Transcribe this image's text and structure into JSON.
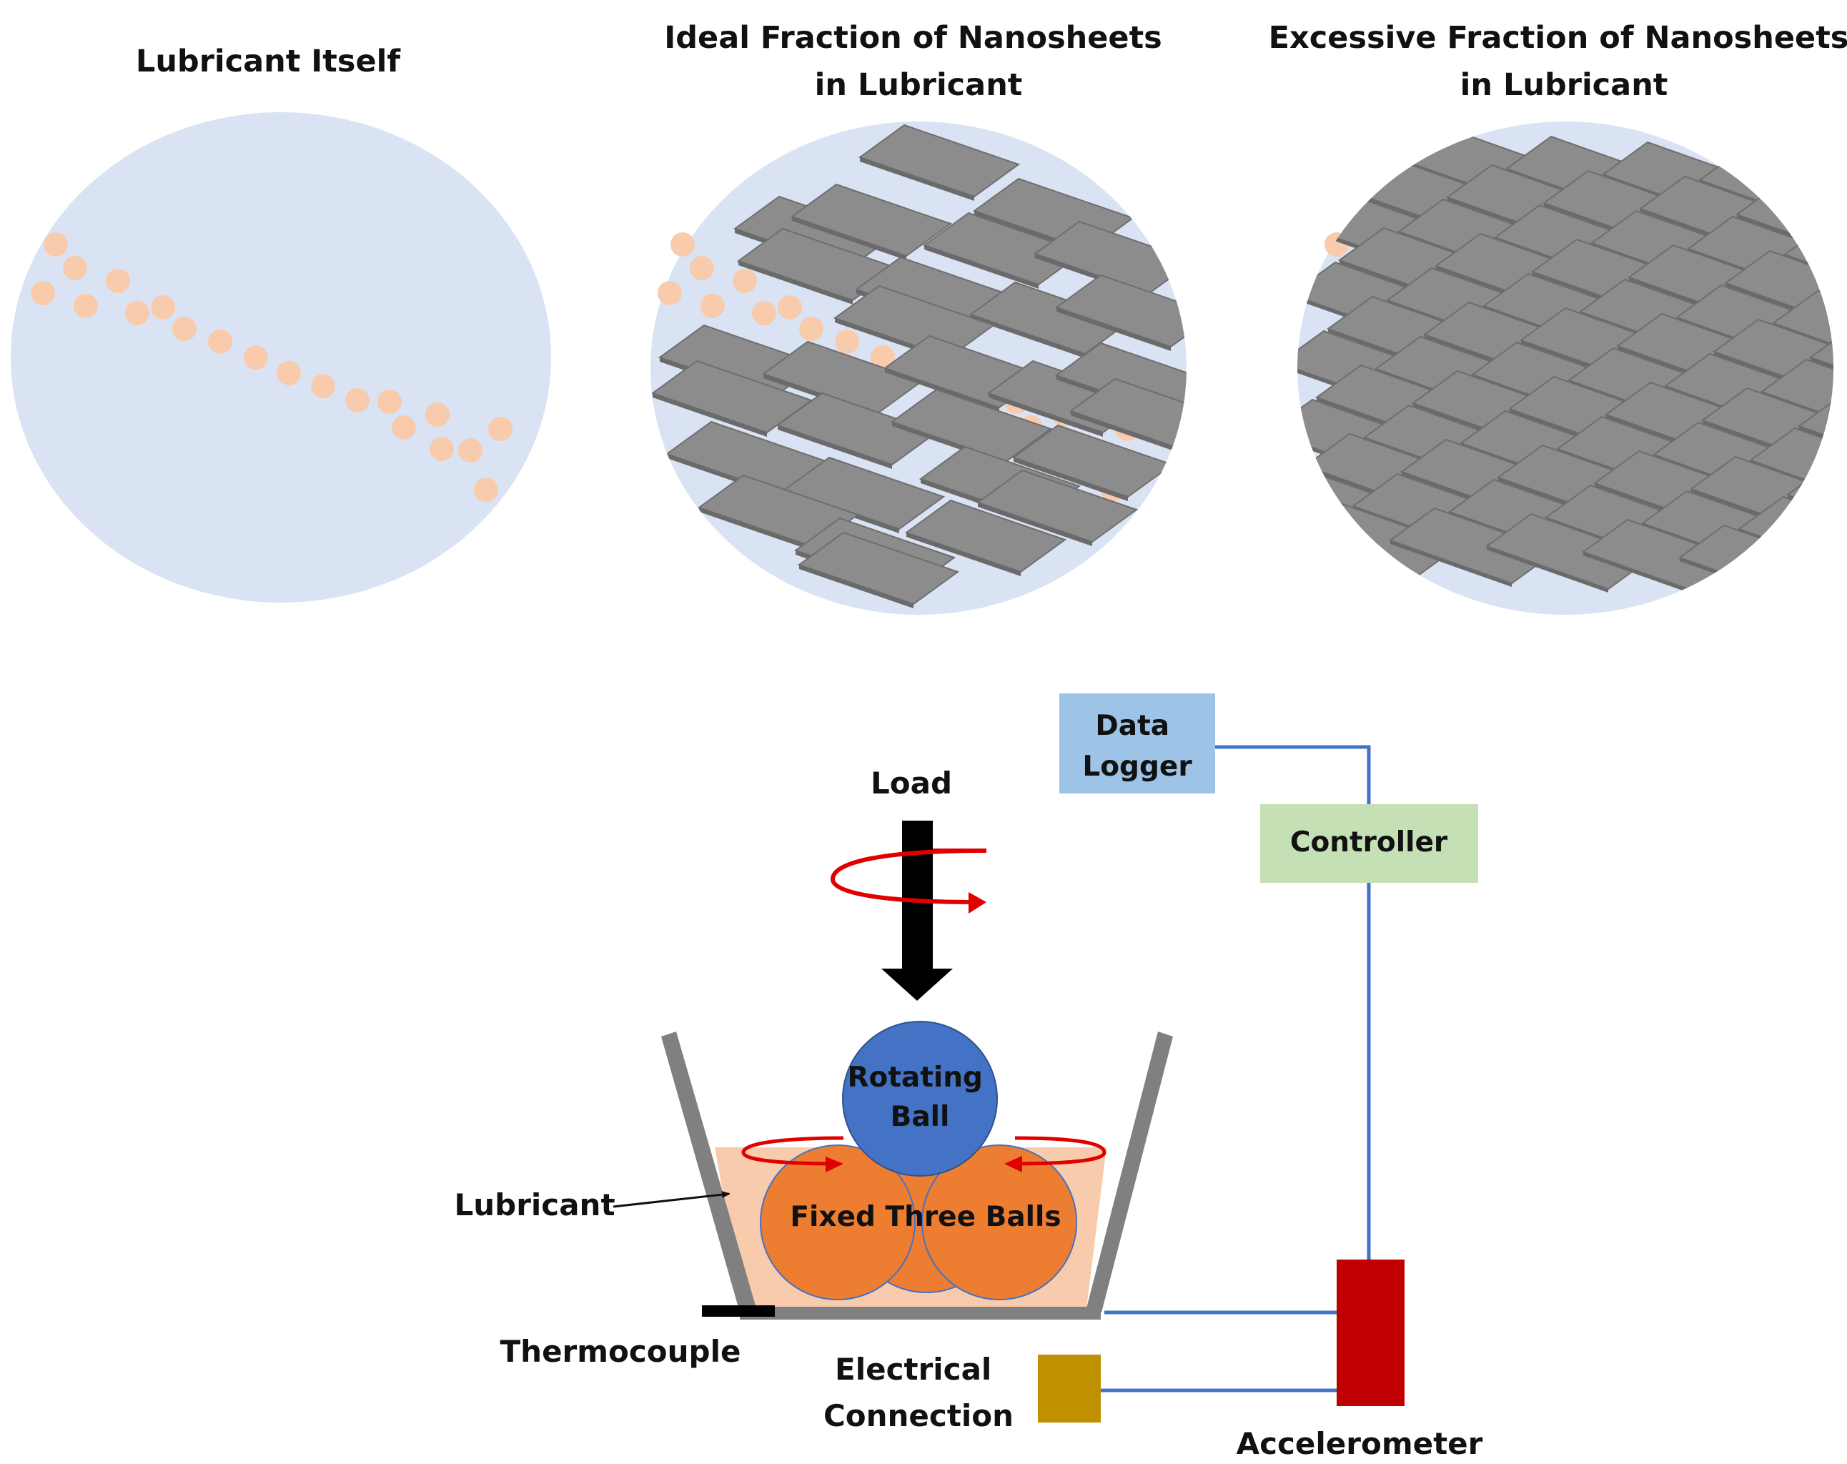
{
  "panels": [
    {
      "title_lines": [
        "Lubricant Itself"
      ],
      "nanosheets": "none"
    },
    {
      "title_lines": [
        "Ideal Fraction of Nanosheets",
        "in Lubricant"
      ],
      "nanosheets": "ideal"
    },
    {
      "title_lines": [
        "Excessive Fraction of Nanosheets",
        "in Lubricant"
      ],
      "nanosheets": "excessive"
    }
  ],
  "apparatus": {
    "load_label": "Load",
    "data_logger_lines": [
      "Data",
      "Logger"
    ],
    "controller_label": "Controller",
    "rotating_ball_lines": [
      "Rotating",
      "Ball"
    ],
    "fixed_balls_label": "Fixed Three Balls",
    "lubricant_label": "Lubricant",
    "thermocouple_label": "Thermocouple",
    "electrical_connection_lines": [
      "Electrical",
      "Connection"
    ],
    "accelerometer_label": "Accelerometer"
  },
  "colors": {
    "lubricant_circle": "#dae3f3",
    "particle": "#f8cbad",
    "nanosheet": "#8c8c8c",
    "nanosheet_edge": "#6e6e6e",
    "data_logger_box": "#9dc3e6",
    "controller_box": "#c5e0b4",
    "rotating_ball": "#4472c4",
    "fixed_balls": "#ed7d31",
    "lubricant_fill": "#f8cbad",
    "cup": "#808080",
    "wire": "#4472c4",
    "accelerometer": "#c00000",
    "electrical_connection": "#bf9000",
    "rotation_arrow": "#e00000"
  }
}
